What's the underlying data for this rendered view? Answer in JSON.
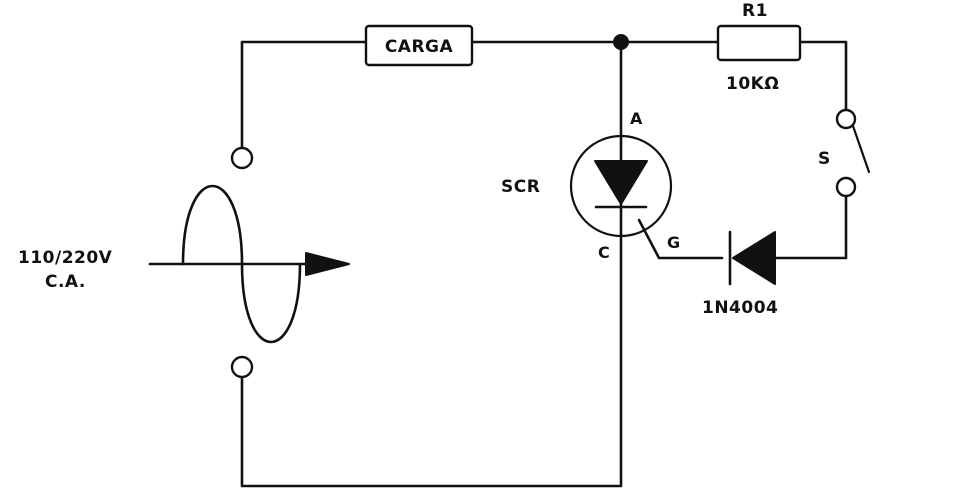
{
  "diagram": {
    "load_label": "CARGA",
    "resistor_name": "R1",
    "resistor_value": "10KΩ",
    "switch_label": "S",
    "scr_label": "SCR",
    "anode_label": "A",
    "cathode_label": "C",
    "gate_label": "G",
    "diode_label": "1N4004",
    "source_voltage": "110/220V",
    "source_type": "C.A."
  },
  "colors": {
    "ink": "#111111",
    "paper": "#ffffff"
  }
}
